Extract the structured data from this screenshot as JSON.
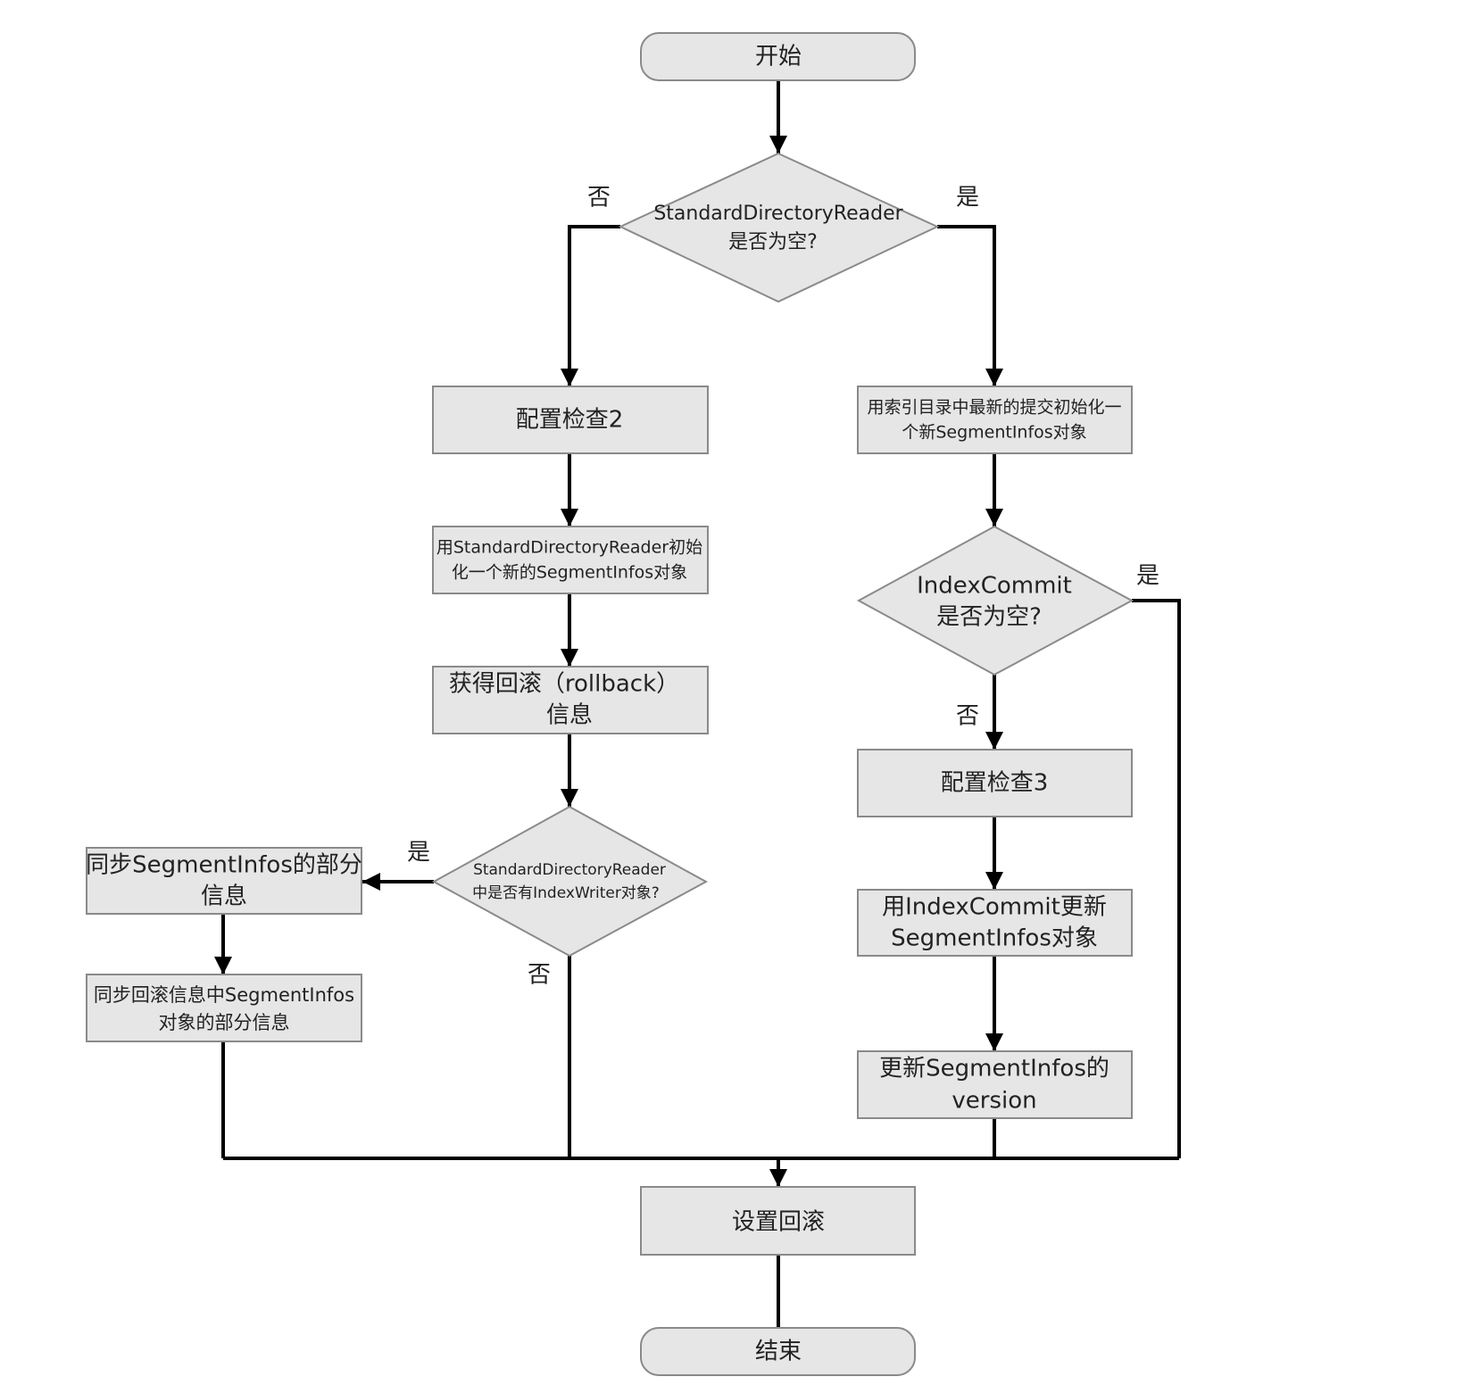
{
  "nodes": {
    "start": "开始",
    "decision_reader_empty": [
      "StandardDirectoryReader",
      "是否为空?"
    ],
    "config_check_2": "配置检查2",
    "init_from_latest_commit": [
      "用索引目录中最新的提交初始化一",
      "个新SegmentInfos对象"
    ],
    "init_from_reader": [
      "用StandardDirectoryReader初始",
      "化一个新的SegmentInfos对象"
    ],
    "get_rollback": [
      "获得回滚（rollback）",
      "信息"
    ],
    "decision_indexcommit_empty": [
      "IndexCommit",
      "是否为空?"
    ],
    "config_check_3": "配置检查3",
    "decision_has_indexwriter": [
      "StandardDirectoryReader",
      "中是否有IndexWriter对象?"
    ],
    "sync_segmentinfos": [
      "同步SegmentInfos的部分",
      "信息"
    ],
    "update_from_indexcommit": [
      "用IndexCommit更新",
      "SegmentInfos对象"
    ],
    "sync_rollback": [
      "同步回滚信息中SegmentInfos",
      "对象的部分信息"
    ],
    "update_version": [
      "更新SegmentInfos的",
      "version"
    ],
    "set_rollback": "设置回滚",
    "end": "结束"
  },
  "edge_labels": {
    "yes": "是",
    "no": "否"
  },
  "colors": {
    "node_fill": "#e6e6e6",
    "node_border": "#8a8a8a",
    "connector": "#000000",
    "text": "#222222"
  }
}
